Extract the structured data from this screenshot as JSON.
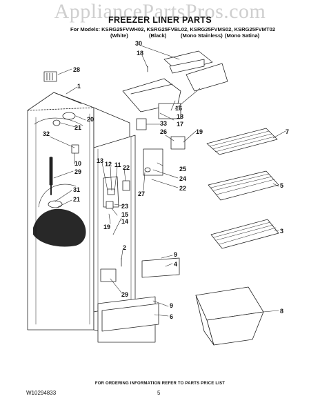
{
  "watermark": "AppliancePartsPros.com",
  "title": "FREEZER LINER PARTS",
  "models_line": "For Models: KSRG25FVWH02, KSRG25FVBL02, KSRG25FVMS02, KSRG25FVMT02",
  "variants": [
    "(White)",
    "(Black)",
    "(Mono Stainless)",
    "(Mono Satina)"
  ],
  "footer": {
    "ordering_info": "FOR ORDERING INFORMATION REFER TO PARTS PRICE LIST",
    "document_number": "W10294833",
    "page_number": "5"
  },
  "callouts": [
    "28",
    "1",
    "20",
    "21",
    "32",
    "10",
    "29",
    "31",
    "21",
    "30",
    "18",
    "16",
    "18",
    "17",
    "33",
    "26",
    "19",
    "13",
    "12",
    "11",
    "22",
    "25",
    "24",
    "22",
    "27",
    "23",
    "15",
    "19",
    "14",
    "2",
    "29",
    "9",
    "4",
    "9",
    "6",
    "7",
    "5",
    "3",
    "8"
  ]
}
